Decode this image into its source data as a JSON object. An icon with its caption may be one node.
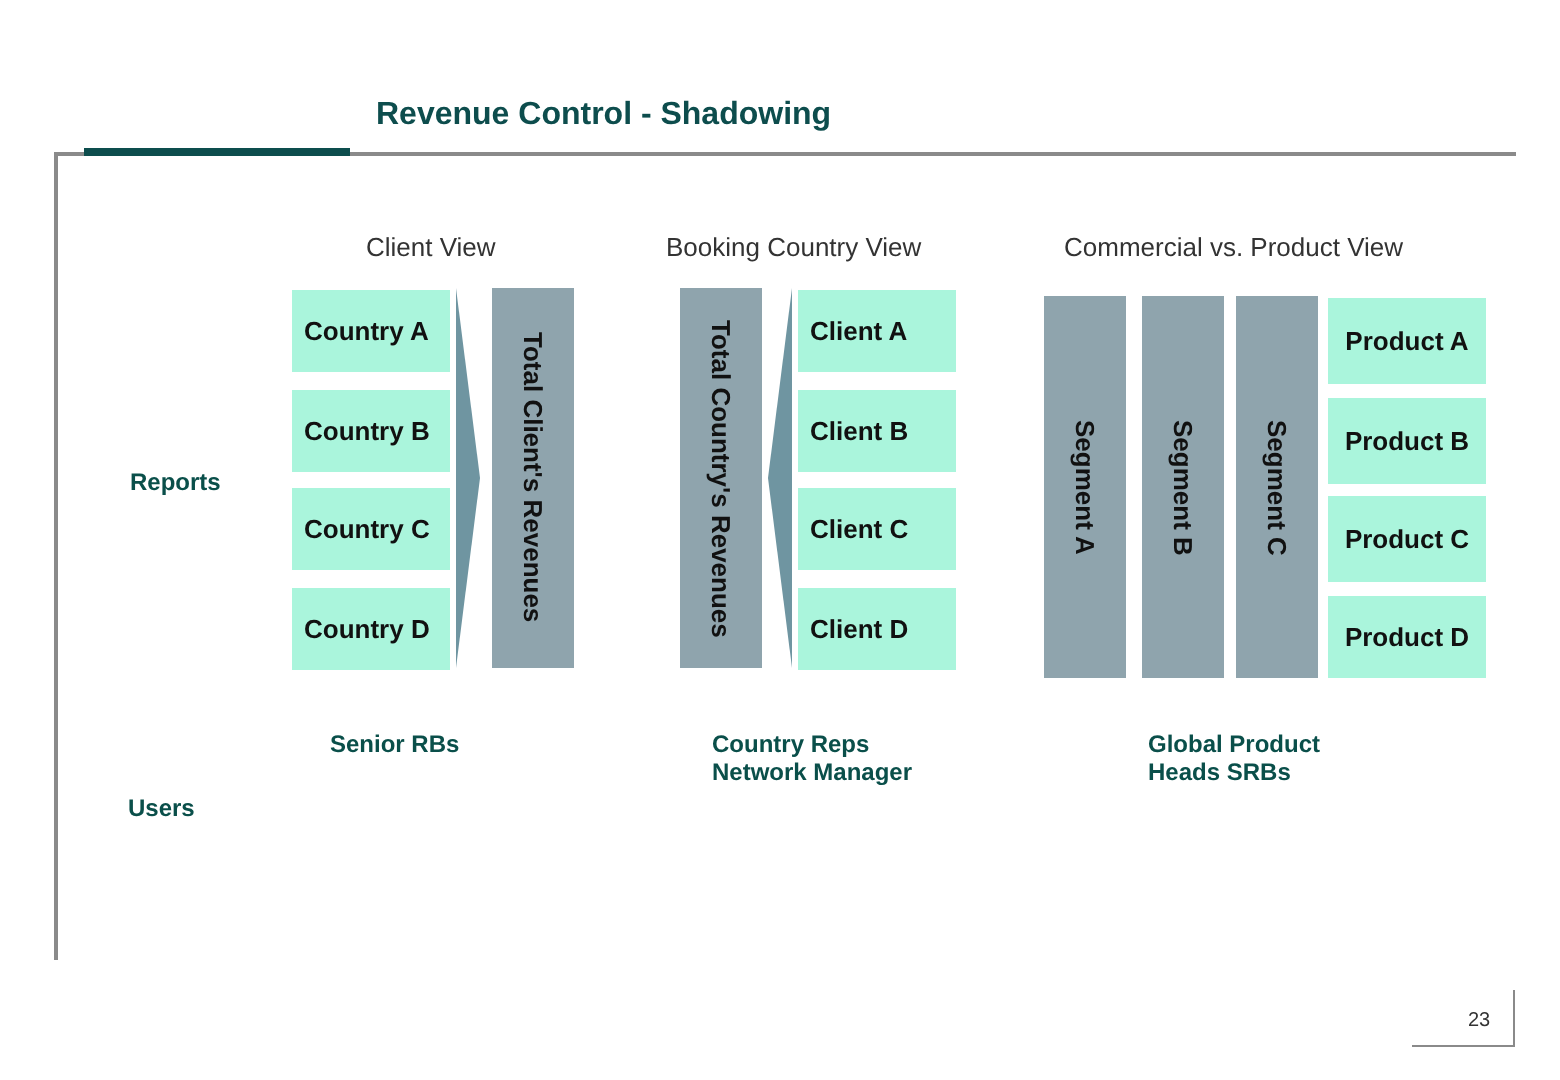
{
  "diagram": {
    "title": "Revenue Control - Shadowing",
    "nodes": [
      {
        "text": [
          "Country A"
        ]
      },
      {
        "text": [
          "Country B"
        ]
      },
      {
        "text": [
          "Country C"
        ]
      },
      {
        "text": [
          "Country D"
        ]
      },
      {
        "text": [
          "Total Client's Revenues"
        ]
      },
      {
        "text": [
          "Total Country's Revenues"
        ]
      },
      {
        "text": [
          "Client A"
        ]
      },
      {
        "text": [
          "Client B"
        ]
      },
      {
        "text": [
          "Client C"
        ]
      },
      {
        "text": [
          "Client D"
        ]
      },
      {
        "text": [
          "Segment A"
        ]
      },
      {
        "text": [
          "Segment B"
        ]
      },
      {
        "text": [
          "Segment C"
        ]
      },
      {
        "text": [
          "Product A"
        ]
      },
      {
        "text": [
          "Product B"
        ]
      },
      {
        "text": [
          "Product C"
        ]
      },
      {
        "text": [
          "Product D"
        ]
      }
    ],
    "edges": [
      {
        "from": null,
        "to": 4,
        "arrow": "to"
      },
      {
        "from": null,
        "to": 5,
        "arrow": "to"
      }
    ],
    "labels": [
      "Client View",
      "Booking Country View",
      "Commercial vs. Product View",
      "Reports",
      "Senior RBs",
      "Country Reps Network Manager",
      "Global Product Heads SRBs",
      "Users",
      "23"
    ]
  }
}
